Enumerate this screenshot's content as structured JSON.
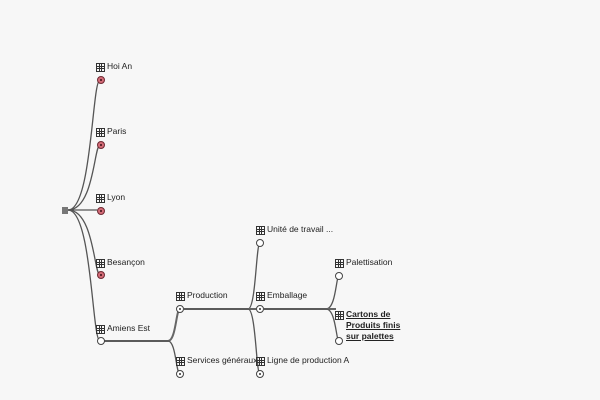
{
  "tree": {
    "nodes": {
      "hoi_an": "Hoi An",
      "paris": "Paris",
      "lyon": "Lyon",
      "besancon": "Besançon",
      "amiens_est": "Amiens Est",
      "production": "Production",
      "services_generaux": "Services généraux",
      "unite_travail": "Unité de travail ...",
      "emballage": "Emballage",
      "ligne_production_a": "Ligne de production A",
      "palettisation": "Palettisation",
      "cartons_produits": "Cartons de Produits finis sur palettes"
    },
    "selected": "cartons_produits",
    "colors": {
      "collapsed_node": "#d46b77",
      "edge": "#555555",
      "background": "#f7f7f7"
    }
  }
}
